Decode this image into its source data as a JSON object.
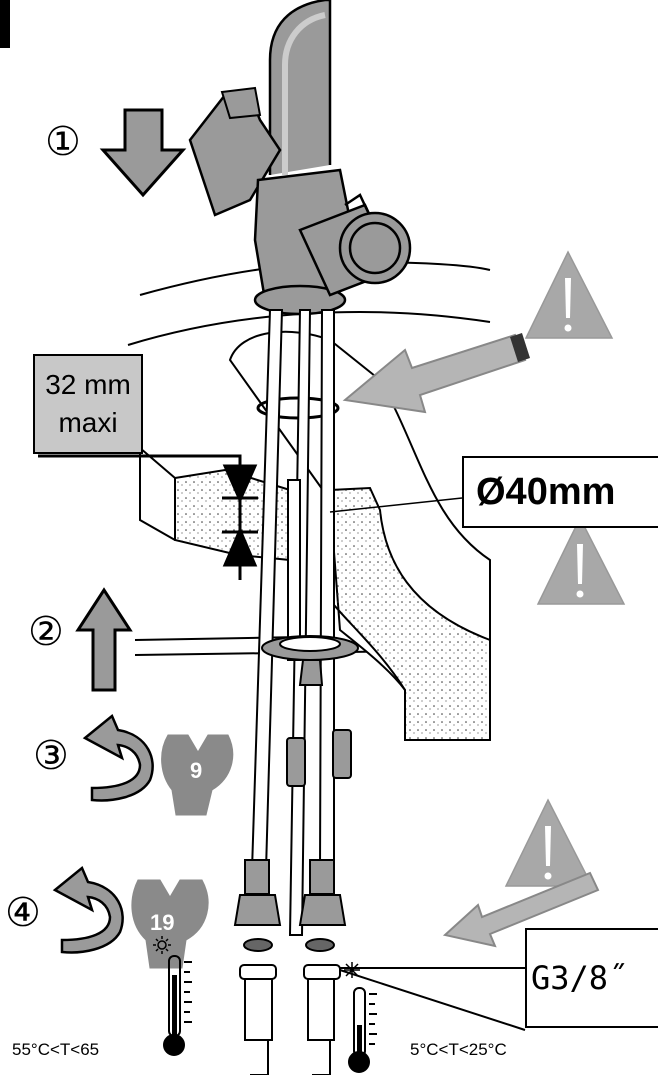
{
  "steps": {
    "s1": "①",
    "s2": "②",
    "s3": "③",
    "s4": "④"
  },
  "dimension": {
    "line1": "32 mm",
    "line2": "maxi"
  },
  "hole_diameter": "Ø40mm",
  "thread_size": "G3/8˝",
  "wrench_sizes": {
    "small": "9",
    "large": "19"
  },
  "temperatures": {
    "hot": "55°C<T<65",
    "cold": "5°C<T<25°C"
  },
  "icons": {
    "hot": "sun-icon",
    "cold": "snowflake-icon",
    "warning": "warning-triangle-icon"
  },
  "colors": {
    "arrow_fill": "#9a9a9a",
    "warning_fill": "#a8a8a8",
    "dim_box_fill": "#c8c8c8",
    "line": "#000000"
  }
}
